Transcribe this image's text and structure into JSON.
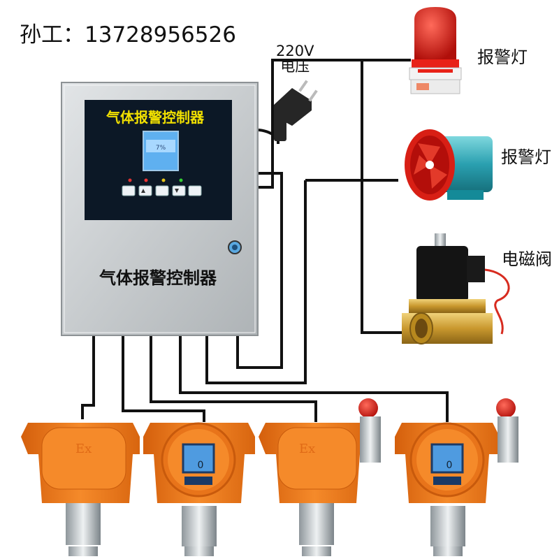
{
  "header": {
    "contact": "孙工：13728956526"
  },
  "power": {
    "voltage": "220V",
    "label": "电压"
  },
  "controller": {
    "screen_title": "气体报警控制器",
    "panel_label": "气体报警控制器",
    "colors": {
      "cabinet": "#c9cdd0",
      "screen": "#0c1826",
      "screen_text": "#f1e000"
    }
  },
  "outputs": [
    {
      "label": "报警灯",
      "icon": "rotating-beacon-icon"
    },
    {
      "label": "报警灯",
      "icon": "axial-fan-siren-icon"
    },
    {
      "label": "电磁阀",
      "icon": "solenoid-valve-icon"
    }
  ],
  "detectors": [
    {
      "icon": "explosion-proof-detector-icon",
      "display": false,
      "strobe": false
    },
    {
      "icon": "display-gas-detector-icon",
      "display": true,
      "strobe": false
    },
    {
      "icon": "explosion-proof-detector-icon",
      "display": false,
      "strobe": true
    },
    {
      "icon": "display-gas-detector-icon",
      "display": true,
      "strobe": true
    }
  ],
  "colors": {
    "detector": "#f27a1a",
    "wire": "#111111",
    "alarm_red": "#e0231c"
  }
}
